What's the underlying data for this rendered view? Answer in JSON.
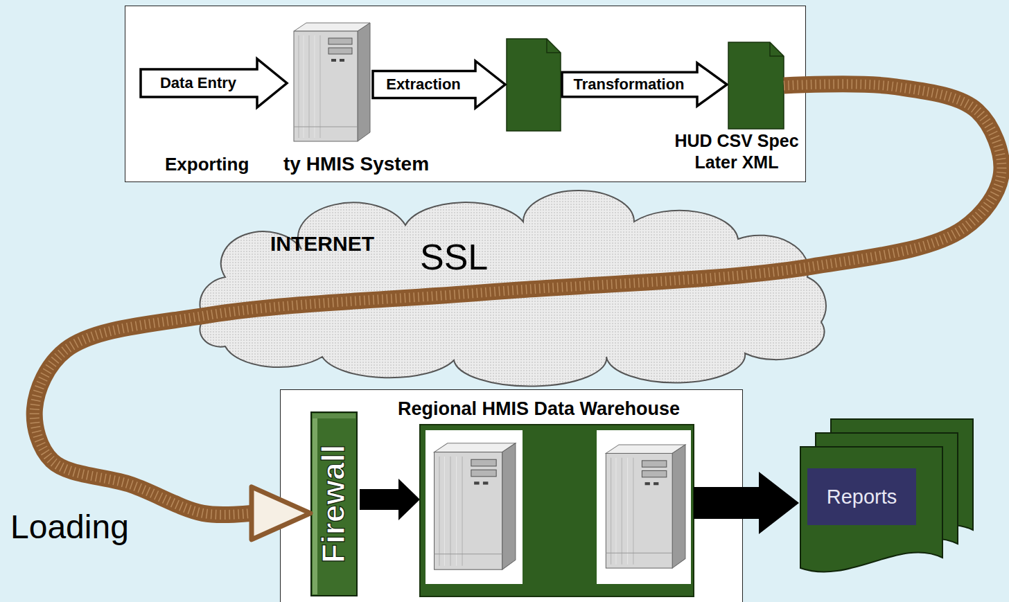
{
  "diagram": {
    "nodes": [
      {
        "text": [
          "Exporting"
        ]
      },
      {
        "text": [
          "Data Entry"
        ],
        "in": 0
      },
      {
        "text": [
          "ty HMIS System"
        ],
        "in": 0
      },
      {
        "text": [
          "Extraction"
        ],
        "in": 0
      },
      {
        "text": [
          "Transformation"
        ],
        "in": 0
      },
      {
        "text": [
          "HUD CSV Spec Later XML"
        ],
        "in": 0
      },
      {
        "text": [
          "INTERNET",
          "SSL"
        ]
      },
      {
        "text": [
          "Regional HMIS Data Warehouse"
        ]
      },
      {
        "text": [
          "Firewall"
        ],
        "in": 7
      },
      {
        "text": [
          "Reports"
        ]
      }
    ],
    "edges": [
      {
        "from": 5,
        "to": 8,
        "arrow": "to"
      }
    ],
    "labels": [
      "Loading"
    ]
  }
}
